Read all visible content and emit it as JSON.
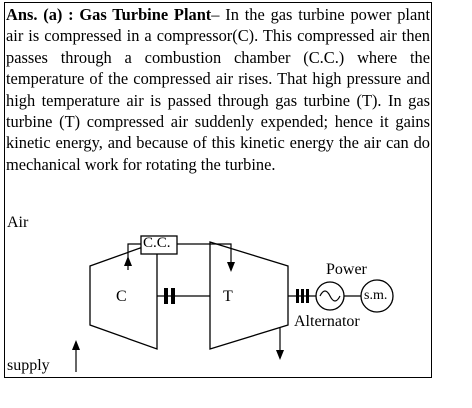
{
  "answer": {
    "heading": "Ans. (a) : Gas Turbine Plant",
    "body": "– In the gas turbine power plant air is compressed in a compressor(C). This compressed air then passes through a combustion chamber (C.C.) where the temperature of the compressed air rises. That high pressure and high temperature air is passed through gas turbine (T). In gas turbine (T) compressed air suddenly expended; hence it gains kinetic energy, and because of this kinetic energy the air can do mechanical work for rotating the turbine."
  },
  "diagram": {
    "air_label": "Air",
    "supply_label": "supply",
    "combustion_chamber_label": "C.C.",
    "compressor_label": "C",
    "turbine_label": "T",
    "power_label": "Power",
    "alternator_label": "Alternator",
    "motor_label": "s.m."
  }
}
